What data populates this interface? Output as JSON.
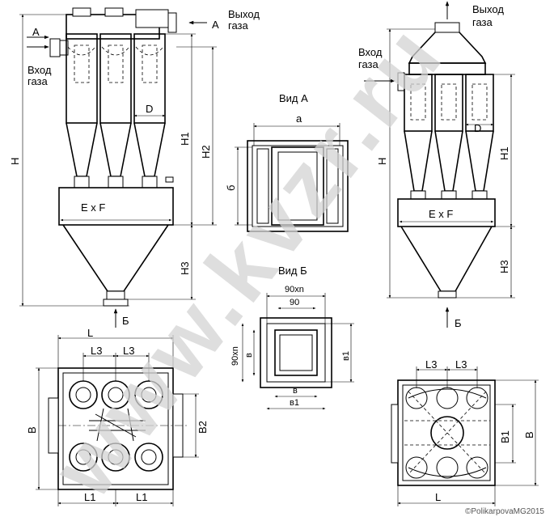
{
  "watermark": "www.kvzr.ru",
  "copyright": "©PolikarpovaMG2015",
  "view_a": {
    "title": "Вид А",
    "a": "а",
    "b": "б"
  },
  "view_b": {
    "title": "Вид Б",
    "pitch_n": "90xn",
    "pitch": "90",
    "v": "в",
    "v1": "в1"
  },
  "left_elev": {
    "arrow_a_left": "А",
    "arrow_a_right": "А",
    "gas_in_1": "Вход",
    "gas_in_2": "газа",
    "gas_out_1": "Выход",
    "gas_out_2": "газа",
    "H": "H",
    "H1": "H1",
    "H2": "H2",
    "H3": "H3",
    "D": "D",
    "ExF": "E x F",
    "arrow_b": "Б"
  },
  "right_elev": {
    "gas_out_1": "Выход",
    "gas_out_2": "газа",
    "gas_in_1": "Вход",
    "gas_in_2": "газа",
    "H": "H",
    "H1": "H1",
    "H3": "H3",
    "D": "D",
    "ExF": "E x F",
    "arrow_b": "Б"
  },
  "left_plan": {
    "L": "L",
    "L3a": "L3",
    "L3b": "L3",
    "B": "B",
    "B2": "B2",
    "L1a": "L1",
    "L1b": "L1"
  },
  "right_plan": {
    "L3a": "L3",
    "L3b": "L3",
    "B": "B",
    "B1": "B1",
    "L": "L"
  }
}
